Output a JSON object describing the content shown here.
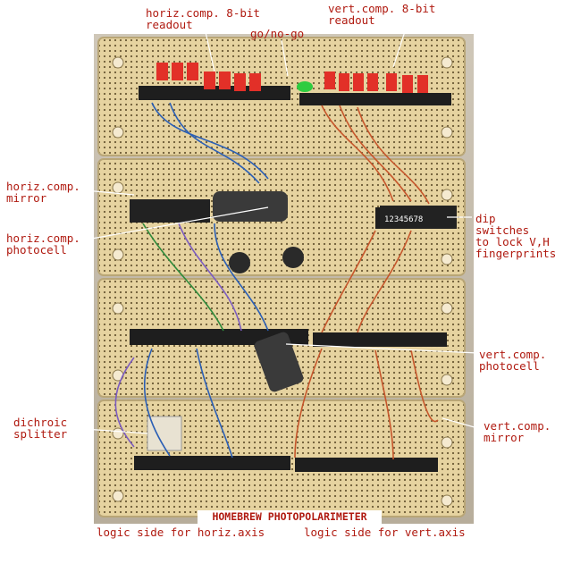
{
  "labels": {
    "horiz_readout": "horiz.comp. 8-bit\nreadout",
    "go_no_go": "go/no-go",
    "vert_readout": "vert.comp. 8-bit\nreadout",
    "horiz_mirror": "horiz.comp.\nmirror",
    "horiz_photocell": "horiz.comp.\nphotocell",
    "dip_switches": "dip\nswitches\nto lock V,H\nfingerprints",
    "vert_photocell": "vert.comp.\nphotocell",
    "dichroic": "dichroic\nsplitter",
    "vert_mirror": "vert.comp.\nmirror",
    "title": "HOMEBREW PHOTOPOLARIMETER",
    "logic_horiz": "logic side for horiz.axis",
    "logic_vert": "logic side for vert.axis"
  },
  "dip_digits": "12345678",
  "colors": {
    "label_text": "#b01a10",
    "board": "#e3cf9a",
    "board_shadow": "#b9a676",
    "chip": "#1e1e1e",
    "led": "#e23028",
    "led_green": "#2ecc40"
  }
}
